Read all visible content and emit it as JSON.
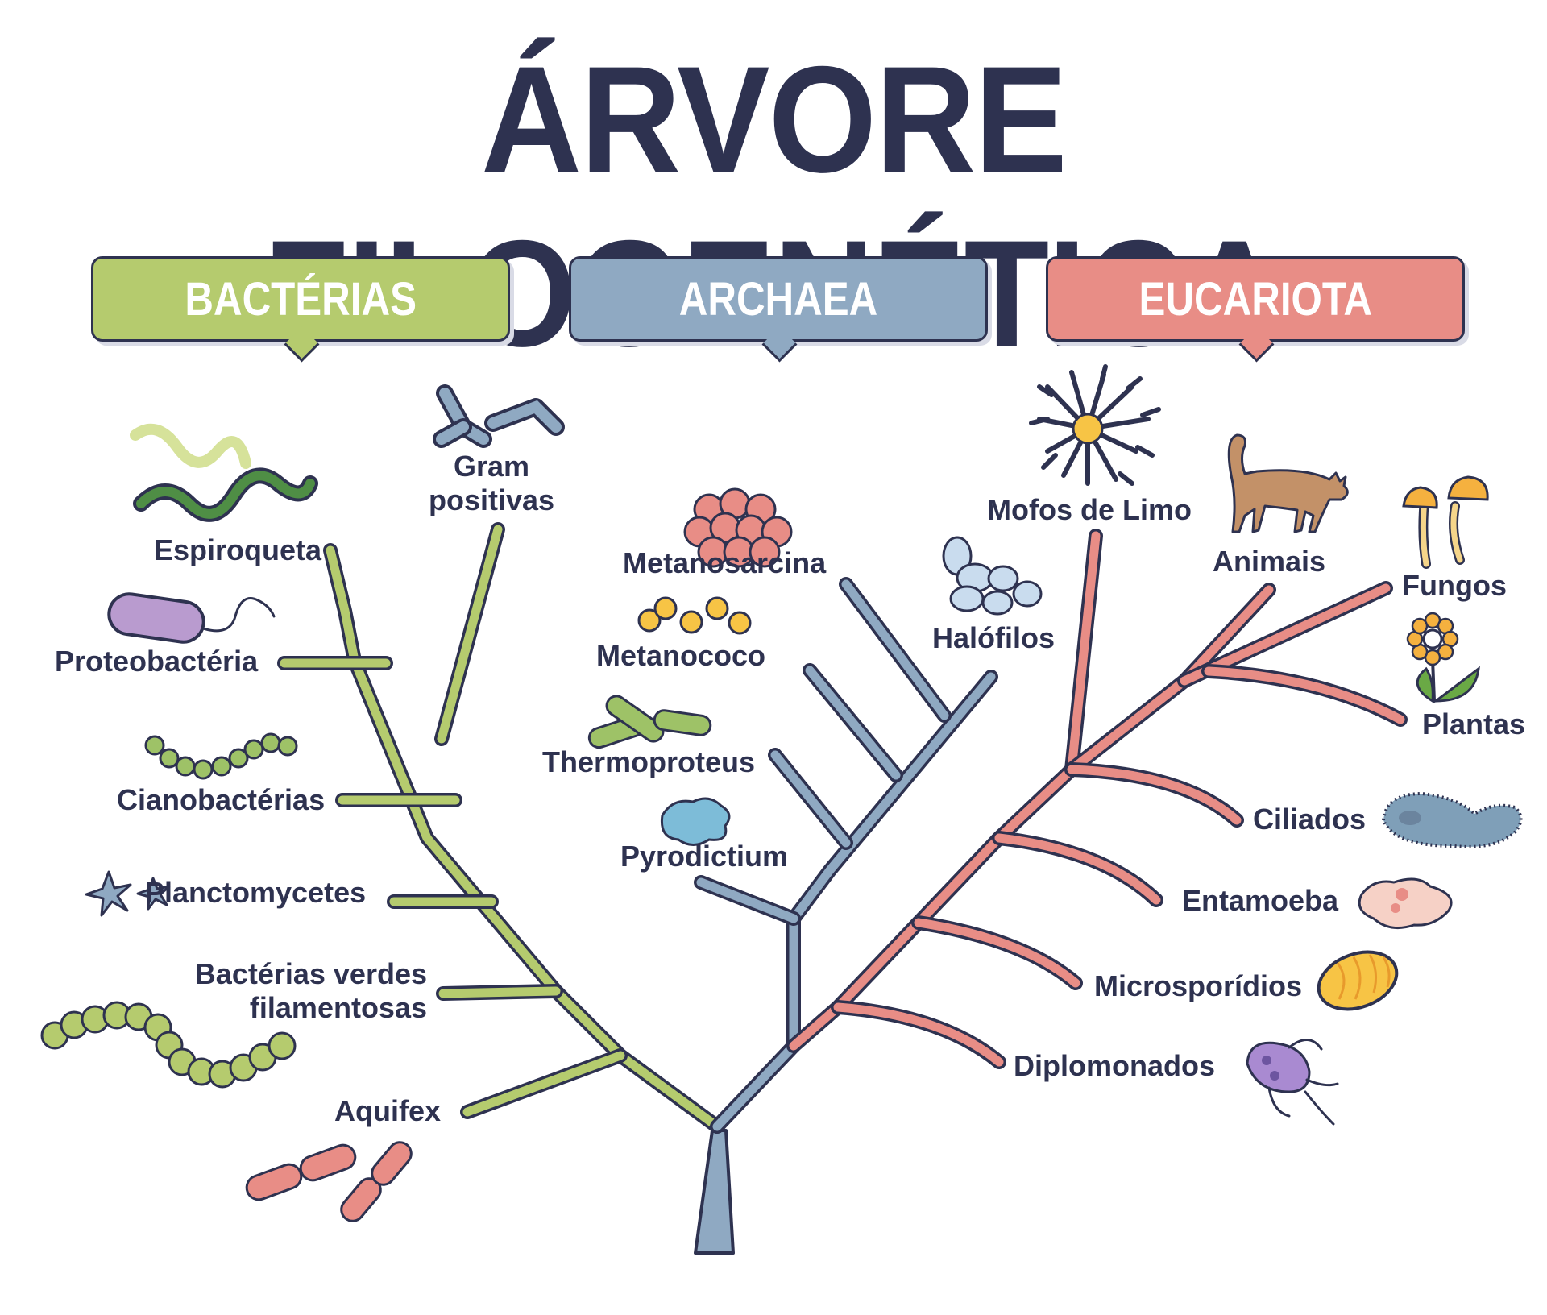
{
  "title": "ÁRVORE FILOGENÉTICA",
  "domains": {
    "bacterias": "BACTÉRIAS",
    "archaea": "ARCHAEA",
    "eucariota": "EUCARIOTA"
  },
  "colors": {
    "bacterias": "#b5cb6e",
    "archaea": "#8fa9c2",
    "eucariota": "#e88d86",
    "text": "#2e3250",
    "outline": "#2e3250"
  },
  "bacterias": {
    "espiroqueta": "Espiroqueta",
    "gram_line1": "Gram",
    "gram_line2": "positivas",
    "proteobacteria": "Proteobactéria",
    "cianobacterias": "Cianobactérias",
    "planctomycetes": "Planctomycetes",
    "verdes_line1": "Bactérias verdes",
    "verdes_line2": "filamentosas",
    "aquifex": "Aquifex"
  },
  "archaea": {
    "metanosarcina": "Metanosarcina",
    "metanococo": "Metanococo",
    "thermoproteus": "Thermoproteus",
    "pyrodictium": "Pyrodictium",
    "halofilos": "Halófilos"
  },
  "eucariota": {
    "mofos": "Mofos de Limo",
    "animais": "Animais",
    "fungos": "Fungos",
    "plantas": "Plantas",
    "ciliados": "Ciliados",
    "entamoeba": "Entamoeba",
    "microsporidios": "Microsporídios",
    "diplomonados": "Diplomonados"
  },
  "icons": {
    "espiroqueta": "spirochete-icon",
    "gram": "gram-positive-icon",
    "proteobacteria": "proteobacteria-icon",
    "cianobacterias": "cyanobacteria-icon",
    "planctomycetes": "planctomycetes-icon",
    "verdes": "green-filamentous-icon",
    "aquifex": "aquifex-icon",
    "metanosarcina": "methanosarcina-icon",
    "metanococo": "methanococcus-icon",
    "thermoproteus": "thermoproteus-icon",
    "pyrodictium": "pyrodictium-icon",
    "halofilos": "halophiles-icon",
    "mofos": "slime-mold-icon",
    "animais": "cat-icon",
    "fungos": "mushroom-icon",
    "plantas": "flower-icon",
    "ciliados": "ciliate-icon",
    "entamoeba": "amoeba-icon",
    "microsporidios": "microsporidia-icon",
    "diplomonados": "diplomonad-icon"
  }
}
